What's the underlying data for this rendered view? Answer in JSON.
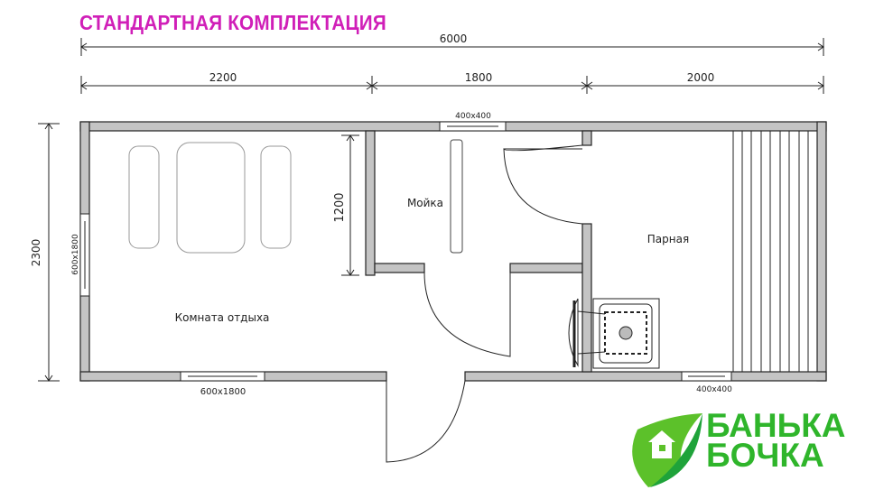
{
  "title": "СТАНДАРТНАЯ КОМПЛЕКТАЦИЯ",
  "dimensions": {
    "total_length": "6000",
    "section_1": "2200",
    "section_2": "1800",
    "section_3": "2000",
    "height": "2300",
    "partition": "1200"
  },
  "windows": {
    "top": "400x400",
    "left": "600x1800",
    "bottom_left": "600x1800",
    "bottom_right": "400x400"
  },
  "rooms": {
    "rest_room": "Комната отдыха",
    "wash_room": "Мойка",
    "steam_room": "Парная"
  },
  "logo": {
    "line1": "БАНЬКА",
    "line2": "БОЧКА"
  },
  "colors": {
    "title": "#d01fb8",
    "wall": "#c4c4c4",
    "logo_green": "#2fb52b"
  }
}
